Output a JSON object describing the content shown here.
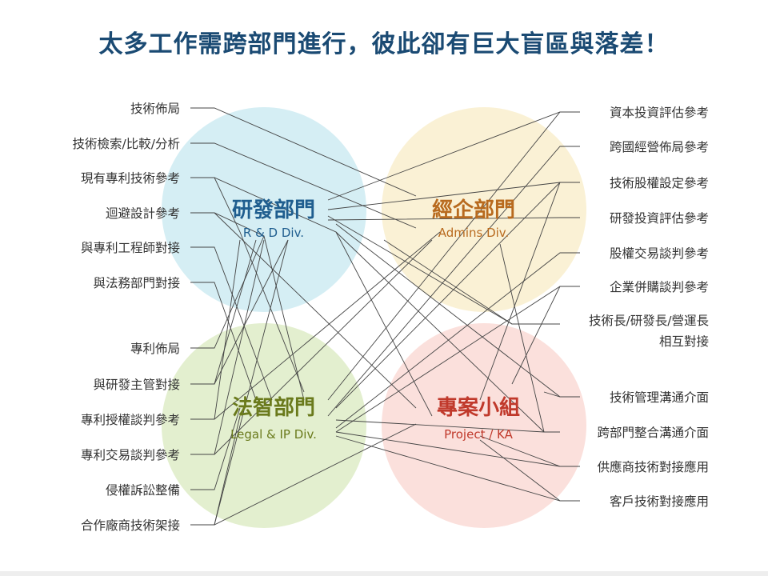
{
  "title": "太多工作需跨部門進行，彼此卻有巨大盲區與落差！",
  "departments": {
    "rd": {
      "name": "研發部門",
      "sub": "R & D Div.",
      "color": "#1f5e8f",
      "circle": "#d5eef4"
    },
    "admin": {
      "name": "經企部門",
      "sub": "Admins Div.",
      "color": "#b86a1e",
      "circle": "#faf1d5"
    },
    "legal": {
      "name": "法智部門",
      "sub": "Legal & IP Div.",
      "color": "#6a7a1c",
      "circle": "#e3efcf"
    },
    "project": {
      "name": "專案小組",
      "sub": "Project / KA",
      "color": "#c0392b",
      "circle": "#fbe0dc"
    }
  },
  "left_items": [
    "技術佈局",
    "技術檢索/比較/分析",
    "現有專利技術參考",
    "迴避設計參考",
    "與專利工程師對接",
    "與法務部門對接",
    "專利佈局",
    "與研發主管對接",
    "專利授權談判參考",
    "專利交易談判參考",
    "侵權訴訟整備",
    "合作廠商技術架接"
  ],
  "right_items": [
    "資本投資評估參考",
    "跨國經營佈局參考",
    "技術股權設定參考",
    "研發投資評估參考",
    "股權交易談判參考",
    "企業併購談判參考",
    "技術長/研發長/營運長",
    "相互對接",
    "技術管理溝通介面",
    "跨部門整合溝通介面",
    "供應商技術對接應用",
    "客戶技術對接應用"
  ]
}
